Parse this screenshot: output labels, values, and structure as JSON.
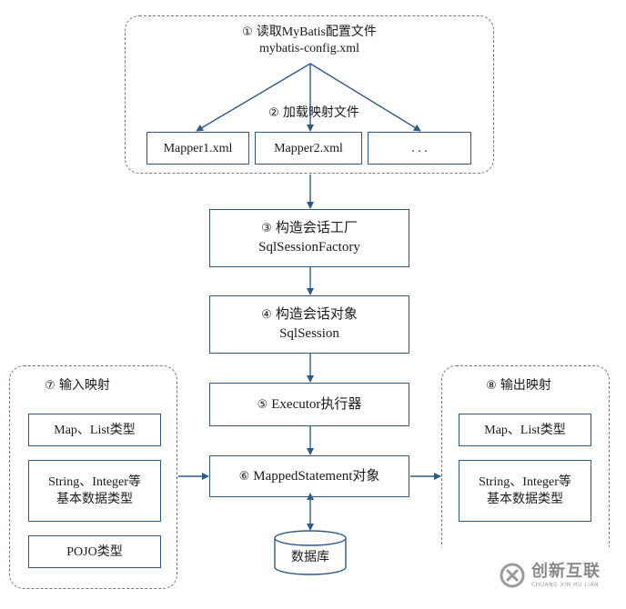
{
  "steps": {
    "s1": {
      "num": "①",
      "title": "读取MyBatis配置文件",
      "sub": "mybatis-config.xml"
    },
    "s2": {
      "num": "②",
      "title": "加载映射文件"
    },
    "mappers": [
      "Mapper1.xml",
      "Mapper2.xml",
      ". . ."
    ],
    "s3": {
      "num": "③",
      "title": "构造会话工厂",
      "sub": "SqlSessionFactory"
    },
    "s4": {
      "num": "④",
      "title": "构造会话对象",
      "sub": "SqlSession"
    },
    "s5": {
      "num": "⑤",
      "title": "Executor执行器"
    },
    "s6": {
      "num": "⑥",
      "title": "MappedStatement对象"
    },
    "s7": {
      "num": "⑦",
      "title": "输入映射",
      "items": [
        "Map、List类型",
        "String、Integer等",
        "基本数据类型",
        "POJO类型"
      ]
    },
    "s8": {
      "num": "⑧",
      "title": "输出映射",
      "items": [
        "Map、List类型",
        "String、Integer等",
        "基本数据类型"
      ]
    },
    "database": "数据库"
  },
  "watermark": {
    "main": "创新互联",
    "sub": "CHUANG XIN HU LIAN"
  },
  "colors": {
    "box_border": "#2f5a84",
    "arrow": "#2f5a84",
    "group_border": "#6a7a8c"
  }
}
